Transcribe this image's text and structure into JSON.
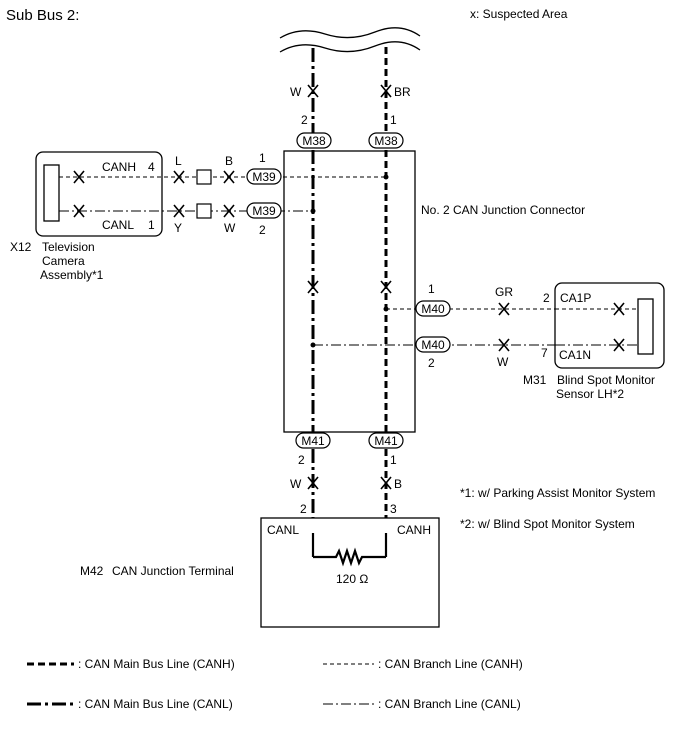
{
  "header": {
    "title": "Sub Bus 2:",
    "suspected_note": "x: Suspected Area"
  },
  "junction": {
    "label": "No. 2 CAN Junction Connector"
  },
  "connectors": {
    "m38_left": "M38",
    "m38_right": "M38",
    "m39_top": "M39",
    "m39_bottom": "M39",
    "m40_top": "M40",
    "m40_bottom": "M40",
    "m41_left": "M41",
    "m41_right": "M41"
  },
  "top_wires": {
    "left_color": "W",
    "right_color": "BR",
    "left_pin": "2",
    "right_pin": "1"
  },
  "camera": {
    "code": "X12",
    "name_line1": "Television",
    "name_line2": "Camera",
    "name_line3": "Assembly*1",
    "canh_label": "CANH",
    "canl_label": "CANL",
    "canh_pin": "4",
    "canl_pin": "1",
    "wire_l": "L",
    "wire_y": "Y",
    "wire_b": "B",
    "wire_w": "W",
    "m39_pin_top": "1",
    "m39_pin_bottom": "2"
  },
  "sensor": {
    "code": "M31",
    "name_line1": "Blind Spot Monitor",
    "name_line2": "Sensor LH*2",
    "ca1p_label": "CA1P",
    "ca1n_label": "CA1N",
    "ca1p_pin": "2",
    "ca1n_pin": "7",
    "wire_gr": "GR",
    "wire_w": "W",
    "m40_pin_top": "1",
    "m40_pin_bottom": "2"
  },
  "lower_wires": {
    "left_pin_m41": "2",
    "right_pin_m41": "1",
    "left_color": "W",
    "right_color": "B",
    "left_pin_term": "2",
    "right_pin_term": "3"
  },
  "terminal": {
    "code": "M42",
    "name": "CAN Junction Terminal",
    "canl_label": "CANL",
    "canh_label": "CANH",
    "resistor": "120 Ω"
  },
  "notes": {
    "note1": "*1: w/ Parking Assist Monitor System",
    "note2": "*2: w/ Blind Spot Monitor System"
  },
  "legend": {
    "main_canh": ": CAN Main Bus Line (CANH)",
    "main_canl": ": CAN Main Bus Line (CANL)",
    "branch_canh": ": CAN Branch Line (CANH)",
    "branch_canl": ": CAN Branch Line (CANL)"
  }
}
